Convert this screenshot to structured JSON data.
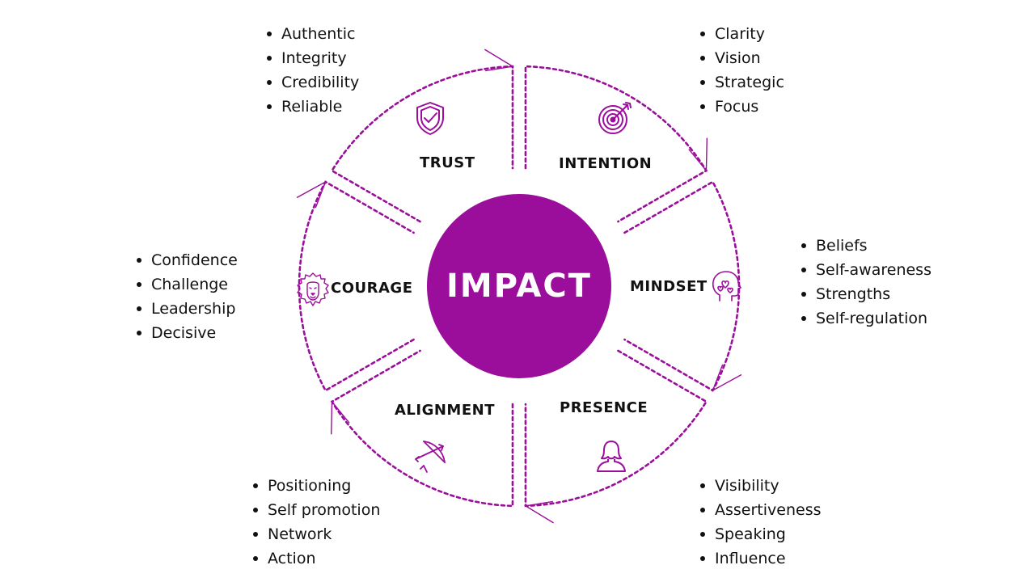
{
  "colors": {
    "accent": "#9b0e9b",
    "text": "#111111",
    "background": "#ffffff"
  },
  "center": {
    "label": "IMPACT"
  },
  "segments": [
    {
      "label": "TRUST",
      "icon": "shield-check-icon",
      "items": [
        "Authentic",
        "Integrity",
        "Credibility",
        "Reliable"
      ]
    },
    {
      "label": "INTENTION",
      "icon": "target-icon",
      "items": [
        "Clarity",
        "Vision",
        "Strategic",
        "Focus"
      ]
    },
    {
      "label": "MINDSET",
      "icon": "head-hearts-icon",
      "items": [
        "Beliefs",
        "Self-awareness",
        "Strengths",
        "Self-regulation"
      ]
    },
    {
      "label": "PRESENCE",
      "icon": "person-icon",
      "items": [
        "Visibility",
        "Assertiveness",
        "Speaking",
        "Influence"
      ]
    },
    {
      "label": "ALIGNMENT",
      "icon": "bow-arrow-icon",
      "items": [
        "Positioning",
        "Self promotion",
        "Network",
        "Action"
      ]
    },
    {
      "label": "COURAGE",
      "icon": "lion-icon",
      "items": [
        "Confidence",
        "Challenge",
        "Leadership",
        "Decisive"
      ]
    }
  ]
}
